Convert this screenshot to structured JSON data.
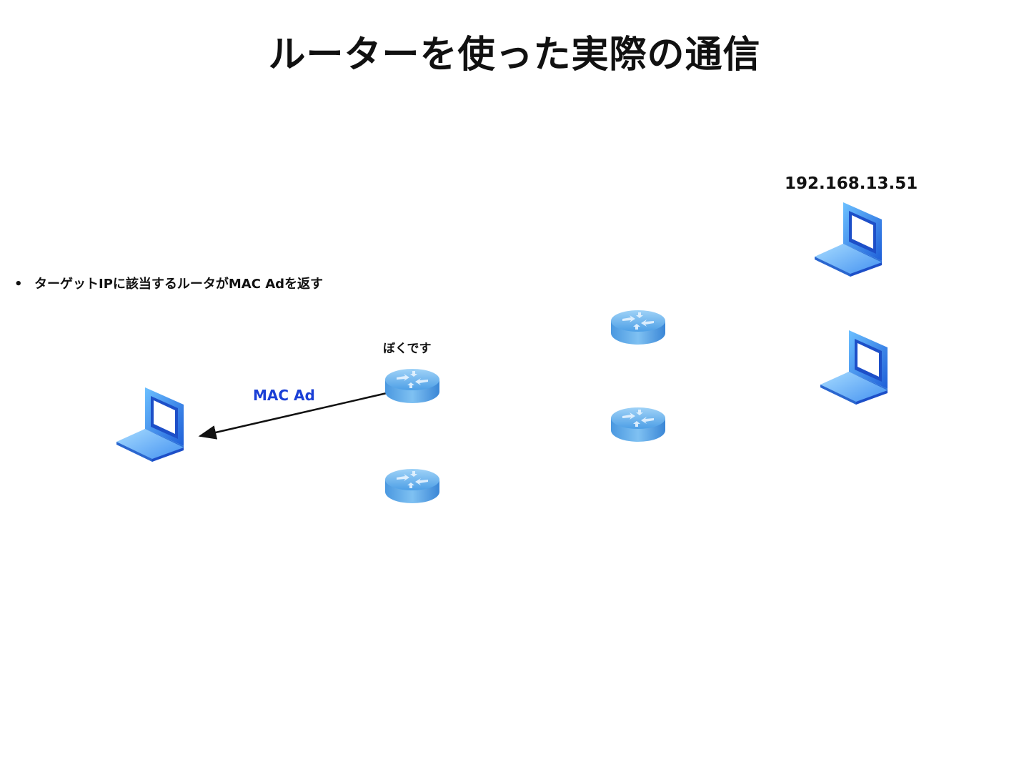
{
  "slide": {
    "title": "ルーターを使った実際の通信",
    "bullets": [
      "ターゲットIPに該当するルータがMAC Adを返す"
    ],
    "bullet_marker": "•"
  },
  "diagram": {
    "ip_label": "192.168.13.51",
    "router_label": "ぼくです",
    "arrow_label": "MAC Ad",
    "nodes": [
      {
        "type": "laptop",
        "id": "source-laptop"
      },
      {
        "type": "router",
        "id": "router-responder"
      },
      {
        "type": "router",
        "id": "router-lower-left"
      },
      {
        "type": "router",
        "id": "router-upper-mid"
      },
      {
        "type": "router",
        "id": "router-lower-mid"
      },
      {
        "type": "laptop",
        "id": "target-laptop"
      },
      {
        "type": "laptop",
        "id": "other-laptop"
      }
    ],
    "edges": [
      {
        "from": "router-responder",
        "to": "source-laptop",
        "label": "MAC Ad"
      }
    ],
    "colors": {
      "arrow_label": "#1a3fd6",
      "icon_blue": "#3a8ee8"
    }
  }
}
